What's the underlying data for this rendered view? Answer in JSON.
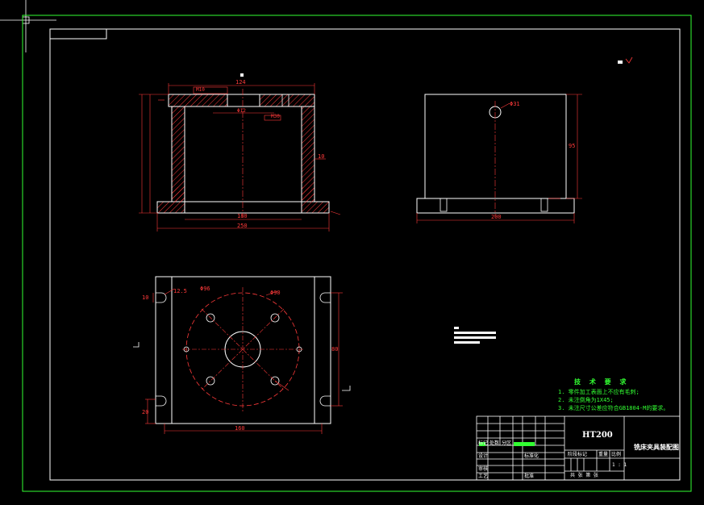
{
  "colors": {
    "background": "#000000",
    "border": "#32ff32",
    "outline": "#ffffff",
    "dimension": "#ff3a3a",
    "hatch": "#ff3a3a",
    "note": "#32ff32"
  },
  "front_view": {
    "dims": {
      "top_width": "124",
      "inner_width": "180",
      "overall_width": "250",
      "height_right": "10",
      "center_mark": "M10",
      "bore_label": "Φ12",
      "thread_label": "M30"
    }
  },
  "side_view": {
    "dims": {
      "hole": "Φ31",
      "height": "95",
      "width": "200"
    }
  },
  "top_view": {
    "dims": {
      "circle_a": "Φ96",
      "circle_b": "Φ90",
      "slot_offset": "12.5",
      "slot_height": "10",
      "slot_bottom": "20",
      "height": "80",
      "width": "160"
    }
  },
  "technical_requirements": {
    "title": "技 术 要 求",
    "items": [
      "1. 零件加工表面上不应有毛刺;",
      "2. 未注倒角为1X45;",
      "3. 未注尺寸公差应符合GB1804-M的要求。"
    ]
  },
  "title_block": {
    "material": "HT200",
    "drawing_name": "铣床夹具装配图",
    "scale": "1 : 1",
    "labels": {
      "mark": "标记",
      "count": "处数",
      "zone": "分区",
      "designer": "设计",
      "standardize": "标准化",
      "review": "审核",
      "process": "工艺",
      "approve": "批准",
      "stage_mark": "阶段标记",
      "weight": "重量",
      "scale_label": "比例",
      "sheets": "共  张  第  张"
    }
  }
}
